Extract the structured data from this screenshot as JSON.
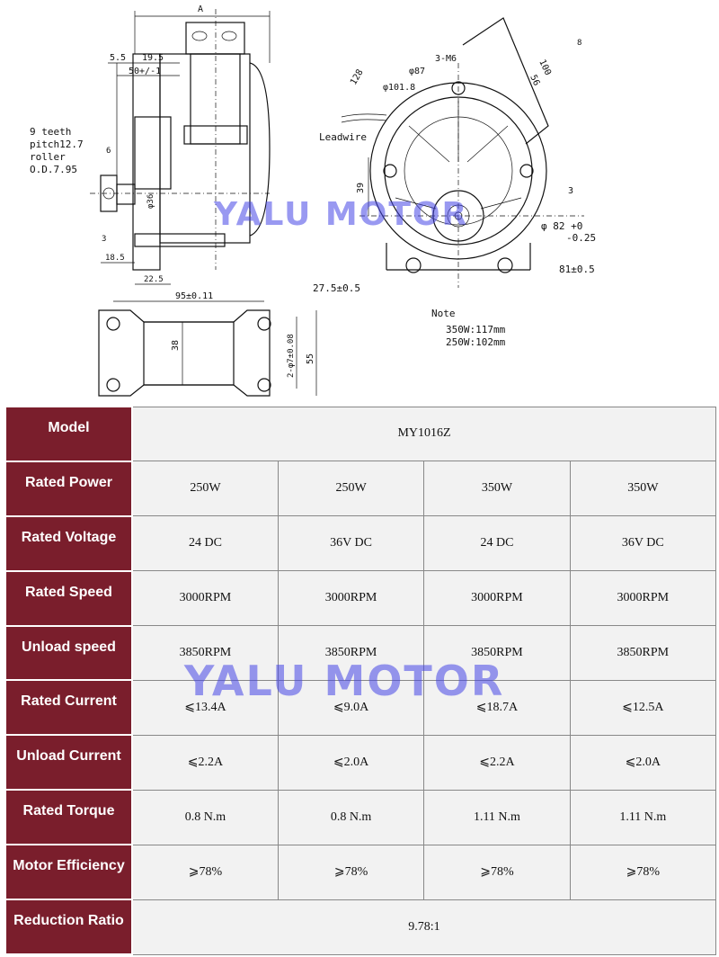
{
  "drawing": {
    "labels": {
      "A": "A",
      "d55": "5.5",
      "d195": "19.5",
      "d50": "50+/-1",
      "teeth1": "9 teeth",
      "teeth2": "pitch12.7",
      "teeth3": "roller",
      "teeth4": "O.D.7.95",
      "d6": "6",
      "d36": "φ36",
      "d3": "3",
      "d185": "18.5",
      "d225": "22.5",
      "d128": "128",
      "m6": "3-M6",
      "d87": "φ87",
      "d101": "φ101.8",
      "leadwire": "Leadwire",
      "d39": "39",
      "d100": "100",
      "d56": "56",
      "d8": "8",
      "d3r": "3",
      "d82": "φ 82 +0",
      "d82b": "-0.25",
      "d81": "81±0.5",
      "d275": "27.5±0.5",
      "note": "Note",
      "note1": "350W:117mm",
      "note2": "250W:102mm",
      "d95": "95±0.11",
      "d38": "38",
      "d742": "2-φ7±0.08",
      "d55b": "55"
    }
  },
  "watermark": "YALU  MOTOR",
  "spec_table": {
    "model": {
      "label": "Model",
      "value": "MY1016Z"
    },
    "rated_power": {
      "label": "Rated Power",
      "values": [
        "250W",
        "250W",
        "350W",
        "350W"
      ]
    },
    "rated_voltage": {
      "label": "Rated Voltage",
      "values": [
        "24 DC",
        "36V DC",
        "24 DC",
        "36V DC"
      ]
    },
    "rated_speed": {
      "label": "Rated Speed",
      "values": [
        "3000RPM",
        "3000RPM",
        "3000RPM",
        "3000RPM"
      ]
    },
    "unload_speed": {
      "label": "Unload speed",
      "values": [
        "3850RPM",
        "3850RPM",
        "3850RPM",
        "3850RPM"
      ]
    },
    "rated_current": {
      "label": "Rated Current",
      "values": [
        "⩽13.4A",
        "⩽9.0A",
        "⩽18.7A",
        "⩽12.5A"
      ]
    },
    "unload_current": {
      "label": "Unload Current",
      "values": [
        "⩽2.2A",
        "⩽2.0A",
        "⩽2.2A",
        "⩽2.0A"
      ]
    },
    "rated_torque": {
      "label": "Rated Torque",
      "values": [
        "0.8 N.m",
        "0.8 N.m",
        "1.11 N.m",
        "1.11 N.m"
      ]
    },
    "motor_efficiency": {
      "label": "Motor Efficiency",
      "values": [
        "⩾78%",
        "⩾78%",
        "⩾78%",
        "⩾78%"
      ]
    },
    "reduction_ratio": {
      "label": "Reduction Ratio",
      "value": "9.78:1"
    }
  },
  "colors": {
    "header_bg": "#7a1e2c",
    "cell_bg": "#f2f2f2",
    "watermark": "#4646e6"
  }
}
